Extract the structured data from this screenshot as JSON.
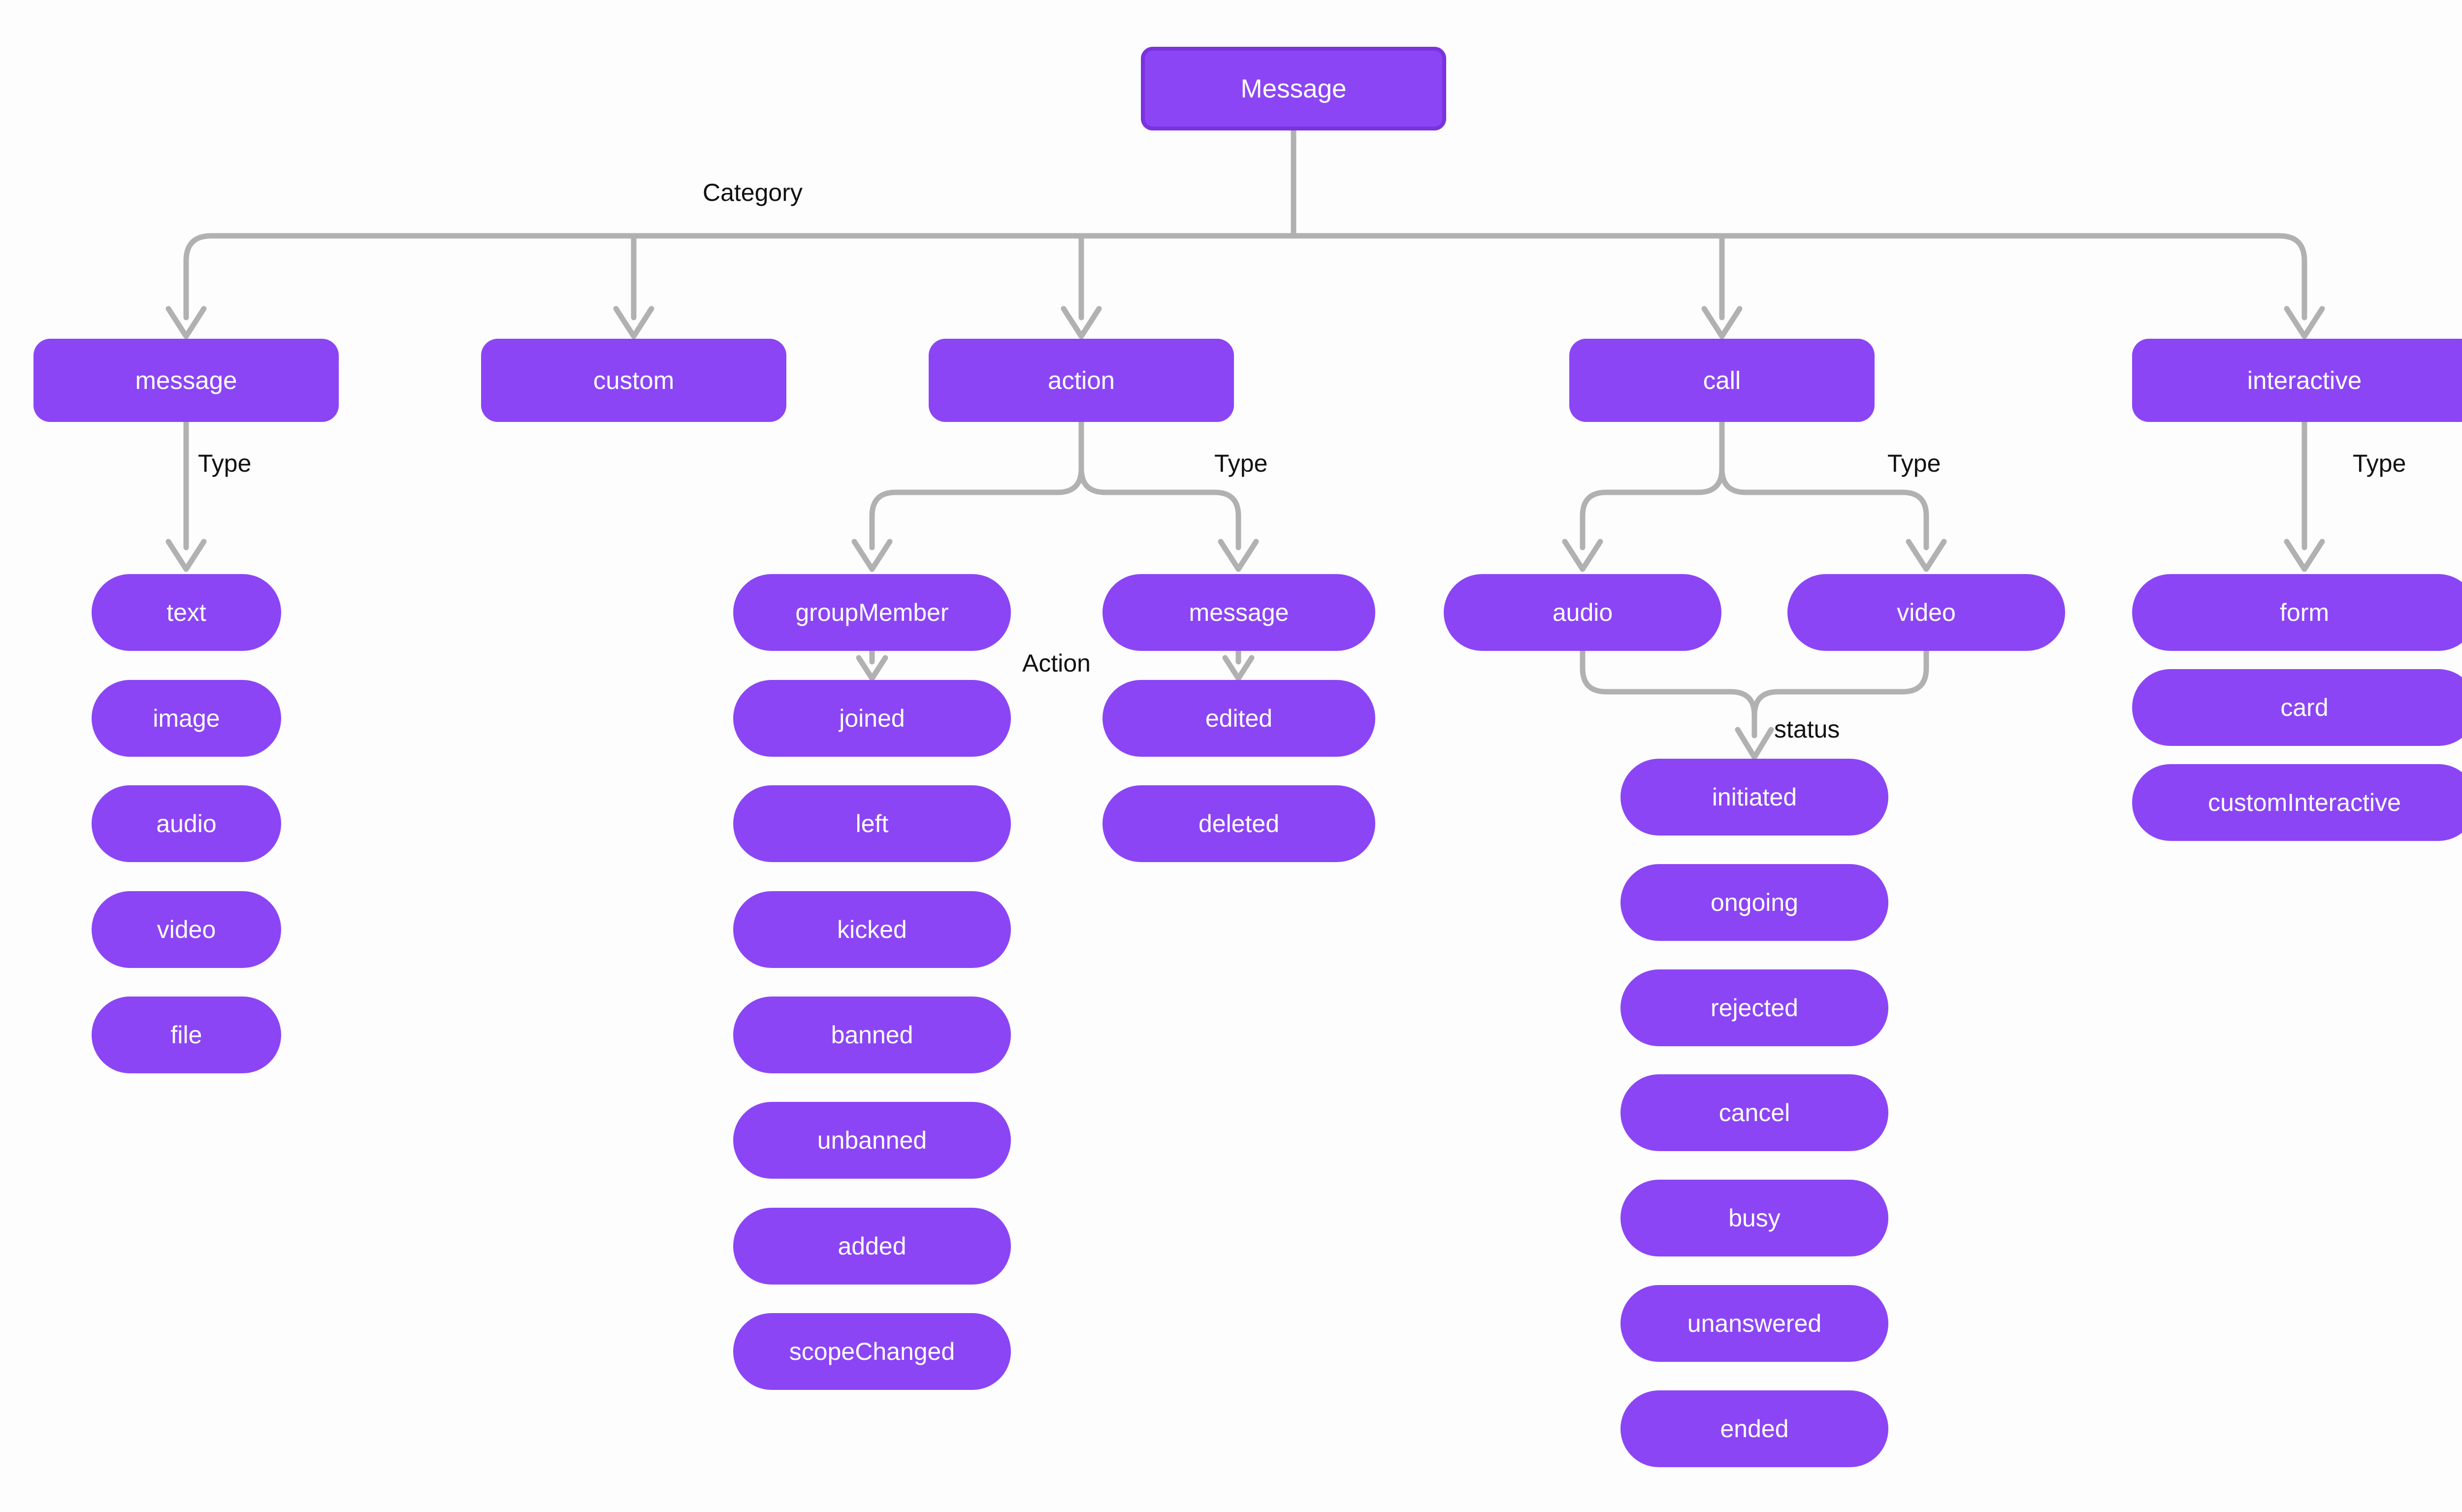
{
  "tree": {
    "root_label": "Message",
    "category_edge_label": "Category",
    "categories": [
      {
        "label": "message",
        "edge_label": "Type",
        "types": [
          "text",
          "image",
          "audio",
          "video",
          "file"
        ]
      },
      {
        "label": "custom"
      },
      {
        "label": "action",
        "edge_label": "Type",
        "groups": [
          {
            "label": "groupMember",
            "edge_label": "Action",
            "actions": [
              "joined",
              "left",
              "kicked",
              "banned",
              "unbanned",
              "added",
              "scopeChanged"
            ]
          },
          {
            "label": "message",
            "actions": [
              "edited",
              "deleted"
            ]
          }
        ]
      },
      {
        "label": "call",
        "edge_label": "Type",
        "types": [
          "audio",
          "video"
        ],
        "status_edge_label": "status",
        "statuses": [
          "initiated",
          "ongoing",
          "rejected",
          "cancel",
          "busy",
          "unanswered",
          "ended"
        ]
      },
      {
        "label": "interactive",
        "edge_label": "Type",
        "types": [
          "form",
          "card",
          "customInteractive"
        ]
      }
    ]
  },
  "colors": {
    "node_fill": "#8b45f5",
    "root_border": "#7b33dd",
    "node_text": "#ffffff",
    "connector": "#b1b1b1",
    "edge_label_text": "#111111",
    "background": "#fdfdfd"
  }
}
